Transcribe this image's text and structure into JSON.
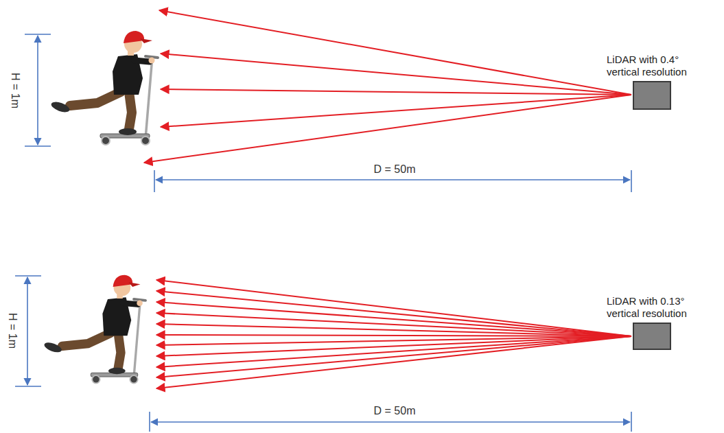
{
  "diagram": {
    "nodes": [
      {
        "text": [
          "LiDAR with 0.4° vertical resolution"
        ]
      },
      {
        "text": [
          "LiDAR with 0.13° vertical resolution"
        ]
      }
    ],
    "labels": [
      "H = 1m",
      "D = 50m",
      "H = 1m",
      "D = 50m"
    ]
  }
}
